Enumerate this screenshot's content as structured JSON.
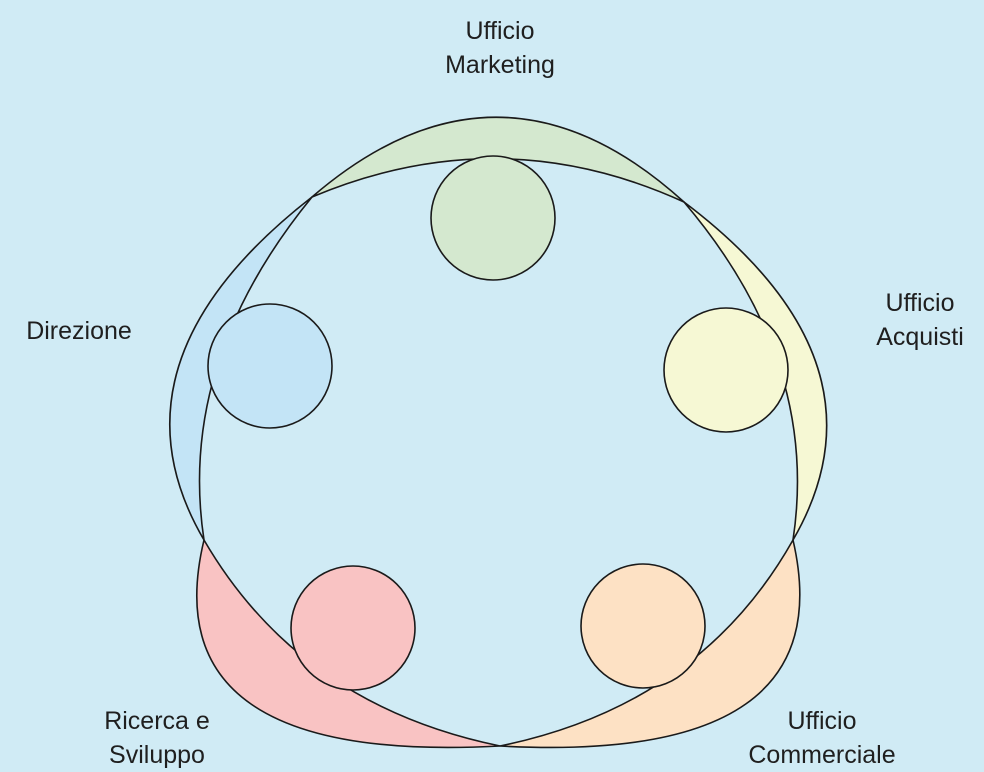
{
  "diagram": {
    "background": "#d0ebf5",
    "stroke_color": "#1a1a1a",
    "figures": [
      {
        "id": "marketing",
        "label_lines": [
          "Ufficio",
          "Marketing"
        ],
        "color": "#d4e8cf"
      },
      {
        "id": "acquisti",
        "label_lines": [
          "Ufficio",
          "Acquisti"
        ],
        "color": "#f6f8d4"
      },
      {
        "id": "commerciale",
        "label_lines": [
          "Ufficio",
          "Commerciale"
        ],
        "color": "#fde1c4"
      },
      {
        "id": "ricerca",
        "label_lines": [
          "Ricerca e",
          "Sviluppo"
        ],
        "color": "#f9c3c3"
      },
      {
        "id": "direzione",
        "label_lines": [
          "Direzione"
        ],
        "color": "#c3e4f6"
      }
    ]
  }
}
